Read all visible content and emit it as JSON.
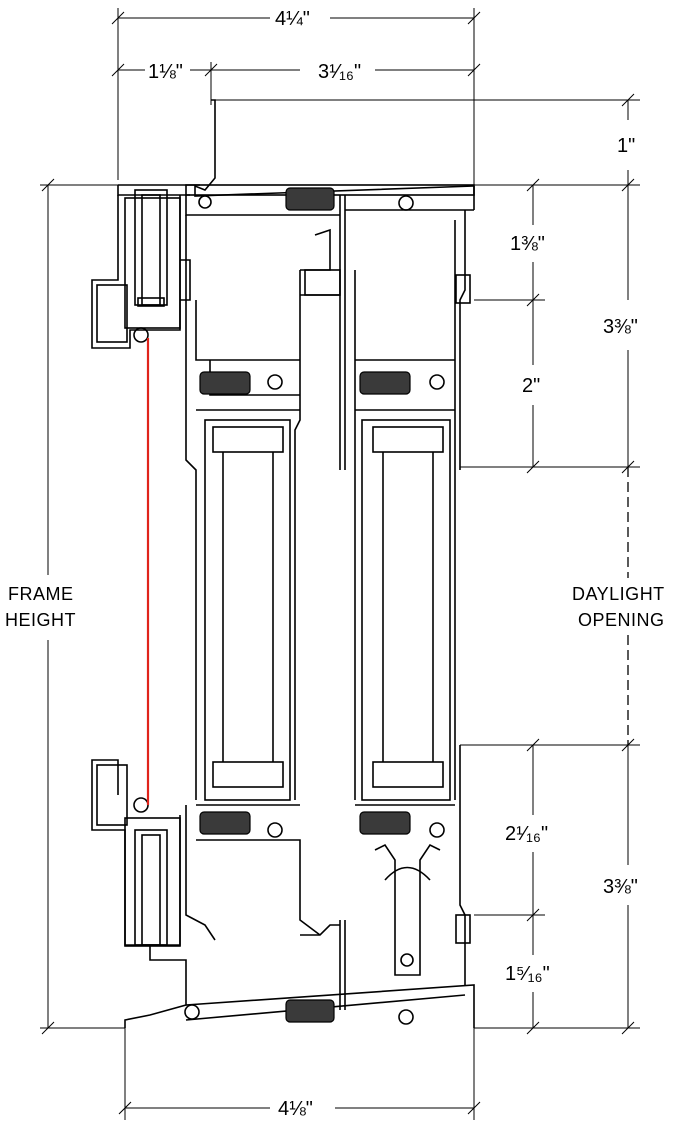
{
  "dimensions": {
    "overall_width_top": "4¼\"",
    "left_offset": "1⅛\"",
    "right_offset": "3¹⁄₁₆\"",
    "head_projection": "1\"",
    "sight_top": "1⅜\"",
    "glass_bite_top": "2\"",
    "head_height": "3⅜\"",
    "sill_glass_bite": "2¹⁄₁₆\"",
    "sill_height": "3⅜\"",
    "sill_bottom": "1⁵⁄₁₆\"",
    "overall_width_bottom": "4⅛\""
  },
  "labels": {
    "frame_height_line1": "FRAME",
    "frame_height_line2": "HEIGHT",
    "daylight_line1": "DAYLIGHT",
    "daylight_line2": "OPENING"
  }
}
